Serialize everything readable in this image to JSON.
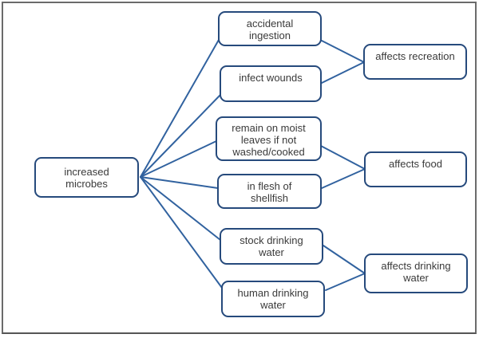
{
  "diagram": {
    "title": "increased microbes effects concept map",
    "nodes": {
      "root": {
        "label": "increased\nmicrobes"
      },
      "accidental_ingestion": {
        "label": "accidental\ningestion"
      },
      "infect_wounds": {
        "label": "infect wounds"
      },
      "moist_leaves": {
        "label": "remain on moist\nleaves if not\nwashed/cooked"
      },
      "shellfish": {
        "label": "in flesh of\nshellfish"
      },
      "stock_water": {
        "label": "stock drinking\nwater"
      },
      "human_water": {
        "label": "human drinking\nwater"
      },
      "affects_recreation": {
        "label": "affects recreation"
      },
      "affects_food": {
        "label": "affects food"
      },
      "affects_drinking_water": {
        "label": "affects drinking\nwater"
      }
    },
    "edges": [
      {
        "from": "root",
        "to": "accidental_ingestion"
      },
      {
        "from": "root",
        "to": "infect_wounds"
      },
      {
        "from": "root",
        "to": "moist_leaves"
      },
      {
        "from": "root",
        "to": "shellfish"
      },
      {
        "from": "root",
        "to": "stock_water"
      },
      {
        "from": "root",
        "to": "human_water"
      },
      {
        "from": "accidental_ingestion",
        "to": "affects_recreation"
      },
      {
        "from": "infect_wounds",
        "to": "affects_recreation"
      },
      {
        "from": "moist_leaves",
        "to": "affects_food"
      },
      {
        "from": "shellfish",
        "to": "affects_food"
      },
      {
        "from": "stock_water",
        "to": "affects_drinking_water"
      },
      {
        "from": "human_water",
        "to": "affects_drinking_water"
      }
    ],
    "colors": {
      "box_border": "#264a7c",
      "connector": "#31629f",
      "text": "#3a3a3a",
      "frame_border": "#6b6b6b",
      "background": "#ffffff"
    }
  }
}
